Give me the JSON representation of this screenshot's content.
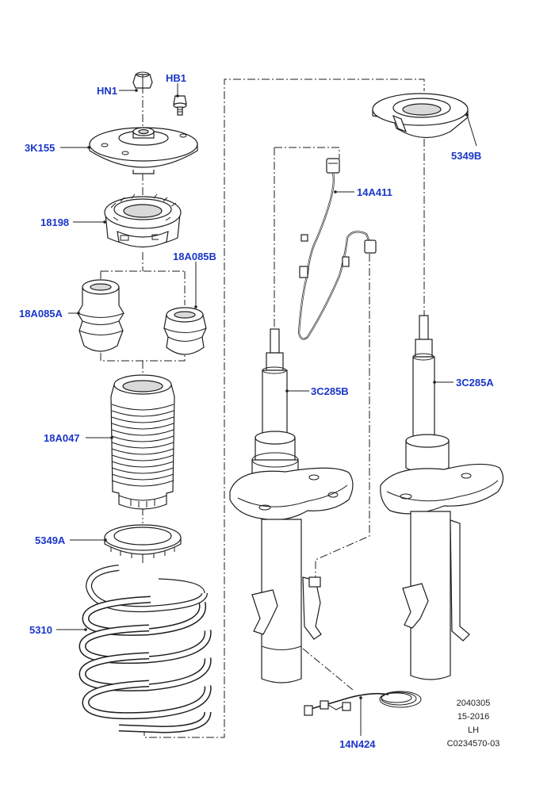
{
  "callouts": {
    "hn1": "HN1",
    "hb1": "HB1",
    "k3_155": "3K155",
    "p18198": "18198",
    "p18a085b": "18A085B",
    "p18a085a": "18A085A",
    "p18a047": "18A047",
    "p5349a": "5349A",
    "p5310": "5310",
    "p5349b": "5349B",
    "p14a411": "14A411",
    "p3c285b": "3C285B",
    "p3c285a": "3C285A",
    "p14n424": "14N424"
  },
  "info_block": {
    "line1": "2040305",
    "line2": "15-2016",
    "line3": "LH",
    "line4": "C0234570-03"
  },
  "colors": {
    "callout": "#1a36c9",
    "line": "#1e1e1e"
  }
}
